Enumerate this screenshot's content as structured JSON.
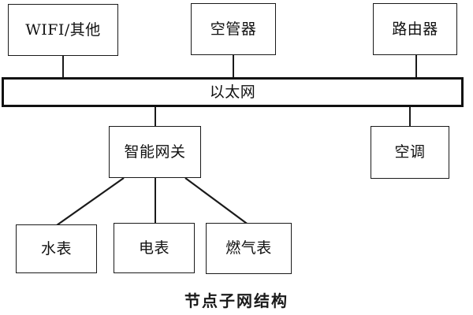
{
  "figure": {
    "caption": "节点子网结构",
    "background_color": "#ffffff",
    "line_color": "#1a1a1a",
    "text_color": "#111111"
  },
  "nodes": {
    "wifi": {
      "label": "WIFI/其他"
    },
    "air_controller": {
      "label": "空管器"
    },
    "router": {
      "label": "路由器"
    },
    "ethernet": {
      "label": "以太网"
    },
    "gateway": {
      "label": "智能网关"
    },
    "air_conditioner": {
      "label": "空调"
    },
    "water_meter": {
      "label": "水表"
    },
    "electric_meter": {
      "label": "电表"
    },
    "gas_meter": {
      "label": "燃气表"
    }
  },
  "edges": [
    {
      "from": "wifi",
      "to": "ethernet",
      "style": "vertical"
    },
    {
      "from": "air_controller",
      "to": "ethernet",
      "style": "vertical"
    },
    {
      "from": "router",
      "to": "ethernet",
      "style": "vertical"
    },
    {
      "from": "ethernet",
      "to": "gateway",
      "style": "vertical"
    },
    {
      "from": "ethernet",
      "to": "air_conditioner",
      "style": "vertical"
    },
    {
      "from": "gateway",
      "to": "water_meter",
      "style": "diagonal"
    },
    {
      "from": "gateway",
      "to": "electric_meter",
      "style": "vertical"
    },
    {
      "from": "gateway",
      "to": "gas_meter",
      "style": "diagonal"
    }
  ]
}
